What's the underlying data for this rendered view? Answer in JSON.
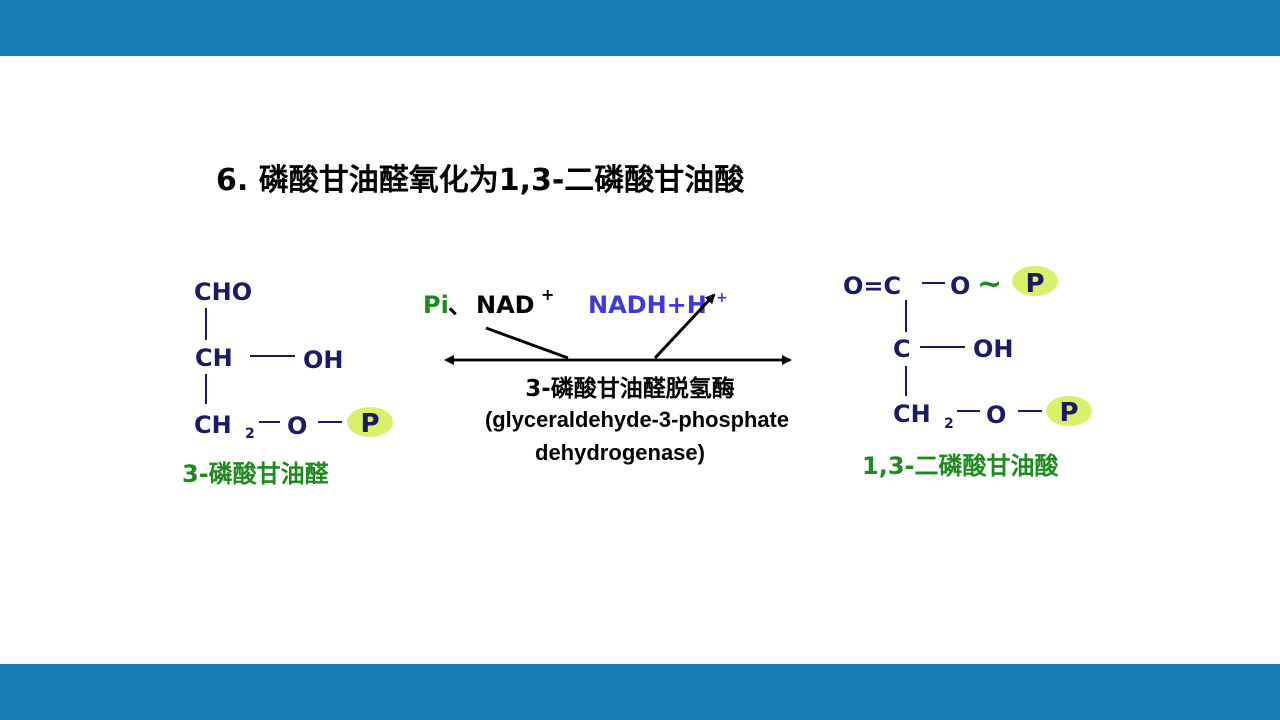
{
  "title": "6.  磷酸甘油醛氧化为1,3-二磷酸甘油酸",
  "colors": {
    "band": "#1a7db5",
    "navy": "#1a1a66",
    "green": "#1e8a1e",
    "blue": "#3a3adf",
    "phosphate_fill": "#d9f06b",
    "black": "#000000"
  },
  "substrate": {
    "cho": "CHO",
    "ch": "CH",
    "oh": "OH",
    "ch2_ch": "CH",
    "ch2_sub": "2",
    "o": "O",
    "p": "P",
    "name": "3-磷酸甘油醛"
  },
  "reaction": {
    "cofactor_in_pi": "Pi",
    "cofactor_in_sep": "、",
    "cofactor_in_nad": "NAD",
    "cofactor_in_sup": "+",
    "cofactor_out": "NADH+H",
    "cofactor_out_sup": "+",
    "enzyme_cn": "3-磷酸甘油醛脱氢酶",
    "enzyme_en_line1": "(glyceraldehyde-3-phosphate",
    "enzyme_en_line2": "dehydrogenase)"
  },
  "product": {
    "oc": "O=C",
    "o1": "O",
    "tilde": "~",
    "p1": "P",
    "c": "C",
    "oh": "OH",
    "ch2_ch": "CH",
    "ch2_sub": "2",
    "o2": "O",
    "p2": "P",
    "name": "1,3-二磷酸甘油酸"
  }
}
